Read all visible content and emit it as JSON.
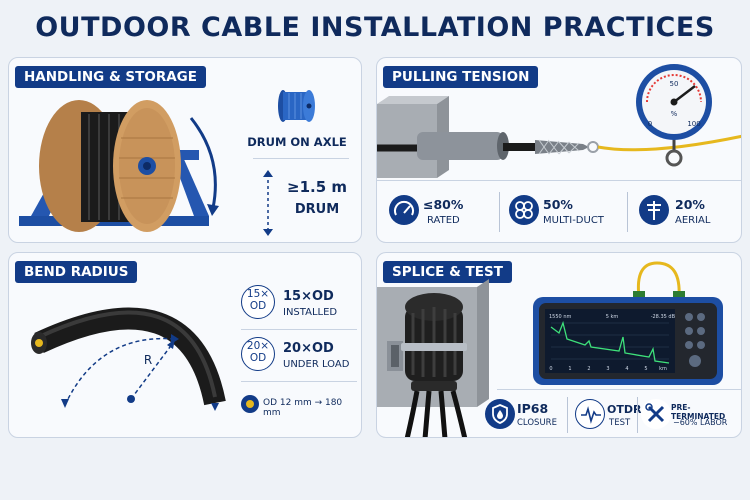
{
  "title": "OUTDOOR CABLE INSTALLATION PRACTICES",
  "handling": {
    "title": "HANDLING & STORAGE",
    "drum_label": "DRUM ON AXLE",
    "min_value": "≥1.5 m",
    "min_unit": "DRUM"
  },
  "pulling": {
    "title": "PULLING TENSION",
    "gauge_ticks": [
      "0",
      "50",
      "%",
      "100"
    ],
    "stats": [
      {
        "value": "≤80%",
        "label": "RATED",
        "icon": "speedometer-icon"
      },
      {
        "value": "50%",
        "label": "MULTI-DUCT",
        "icon": "multi-duct-icon"
      },
      {
        "value": "20%",
        "label": "AERIAL",
        "icon": "utility-pole-icon"
      }
    ]
  },
  "bend": {
    "title": "BEND RADIUS",
    "radius_label": "R",
    "items": [
      {
        "badge_top": "15×",
        "badge_bottom": "OD",
        "value": "15×OD",
        "label": "INSTALLED"
      },
      {
        "badge_top": "20×",
        "badge_bottom": "OD",
        "value": "20×OD",
        "label": "UNDER LOAD"
      }
    ],
    "example": "OD 12 mm → 180 mm"
  },
  "splice": {
    "title": "SPLICE & TEST",
    "otdr_screen": {
      "left": "1550 nm",
      "mid": "5 km",
      "right": "-28.35 dB",
      "axis": [
        "0",
        "1",
        "2",
        "3",
        "4",
        "5",
        "km"
      ]
    },
    "stats": [
      {
        "value": "IP68",
        "label": "CLOSURE",
        "icon": "shield-drop-icon"
      },
      {
        "value": "OTDR",
        "label": "TEST",
        "icon": "waveform-icon"
      },
      {
        "value": "PRE-TERMINATED",
        "label": "−60% LABOR",
        "icon": "tools-icon"
      }
    ]
  },
  "colors": {
    "navy": "#123b87",
    "cable": "#1b1b1b",
    "wood": "#c8935a",
    "yellow_rope": "#e6b81e"
  }
}
